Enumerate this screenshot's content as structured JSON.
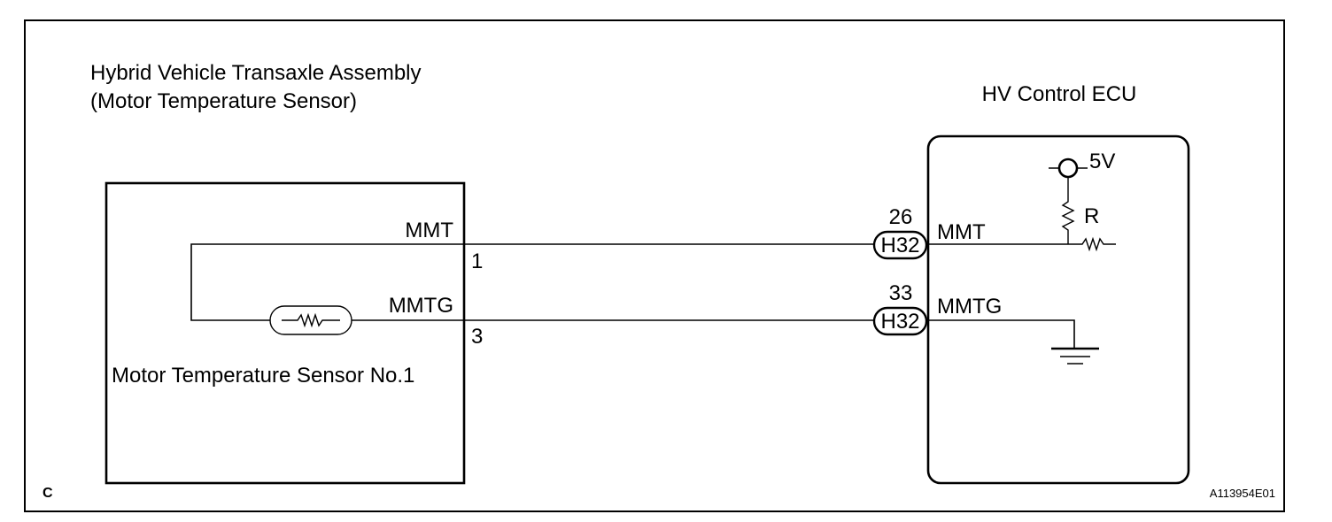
{
  "left_component": {
    "title_line1": "Hybrid Vehicle Transaxle Assembly",
    "title_line2": "(Motor Temperature Sensor)",
    "sensor_label": "Motor Temperature Sensor No.1",
    "pins": [
      {
        "signal": "MMT",
        "pin": "1"
      },
      {
        "signal": "MMTG",
        "pin": "3"
      }
    ]
  },
  "right_component": {
    "title": "HV Control ECU",
    "supply": "5V",
    "resistor": "R",
    "pins": [
      {
        "signal": "MMT",
        "pin": "26",
        "connector": "H32"
      },
      {
        "signal": "MMTG",
        "pin": "33",
        "connector": "H32"
      }
    ]
  },
  "corner_label": "C",
  "figure_id": "A113954E01"
}
